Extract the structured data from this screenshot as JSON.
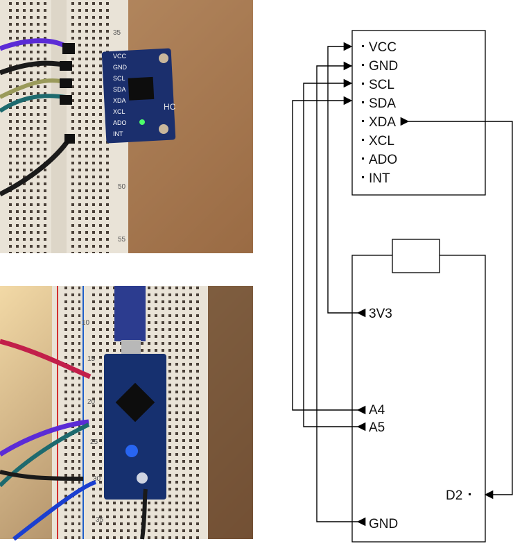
{
  "sensor_module": {
    "pins": [
      "VCC",
      "GND",
      "SCL",
      "SDA",
      "XDA",
      "XCL",
      "ADO",
      "INT"
    ]
  },
  "arduino_board": {
    "pins": [
      "3V3",
      "A4",
      "A5",
      "D2",
      "GND"
    ]
  },
  "photo_top": {
    "ruler_numbers": [
      "35",
      "50",
      "55"
    ],
    "board_labels": [
      "VCC",
      "GND",
      "SCL",
      "SDA",
      "XDA",
      "XCL",
      "ADO",
      "INT",
      "HC"
    ]
  },
  "photo_bottom": {
    "ruler_numbers": [
      "10",
      "15",
      "20",
      "25",
      "30",
      "35"
    ]
  },
  "colors": {
    "wire_purple": "#5b2bd6",
    "wire_black": "#1a1a1a",
    "wire_teal": "#1d6a6e",
    "wire_red": "#c21f4a",
    "module_blue": "#1b2f6d",
    "arduino_blue": "#16306f",
    "breadboard": "#e9e3d7",
    "table_wood": "#c99a6b"
  }
}
